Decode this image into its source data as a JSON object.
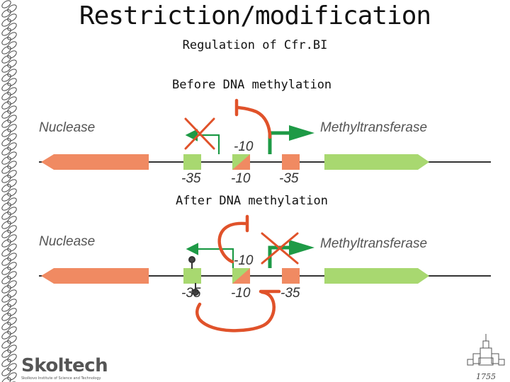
{
  "title": "Restriction/modification",
  "subtitle": "Regulation of Cfr.BI",
  "sections": [
    {
      "label": "Before DNA methylation",
      "gene_left": "Nuclease",
      "gene_right": "Methyltransferase",
      "label_minus10_above": "-10",
      "label_minus35_left": "-35",
      "label_minus10_below": "-10",
      "label_minus35_right": "-35"
    },
    {
      "label": "After DNA methylation",
      "gene_left": "Nuclease",
      "gene_right": "Methyltransferase",
      "label_minus10_above": "-10",
      "label_minus35_left": "-35",
      "label_minus10_below": "-10",
      "label_minus35_right": "-35"
    }
  ],
  "logo": {
    "name": "Skoltech",
    "tagline": "Skolkovo Institute of Science and Technology"
  },
  "emblem_year": "1755",
  "colors": {
    "salmon": "#f08a62",
    "green_light": "#a8d870",
    "green_arrow": "#1e9a46",
    "repressor": "#e0522a",
    "dna_line": "#333333",
    "gene_label": "#555555"
  }
}
